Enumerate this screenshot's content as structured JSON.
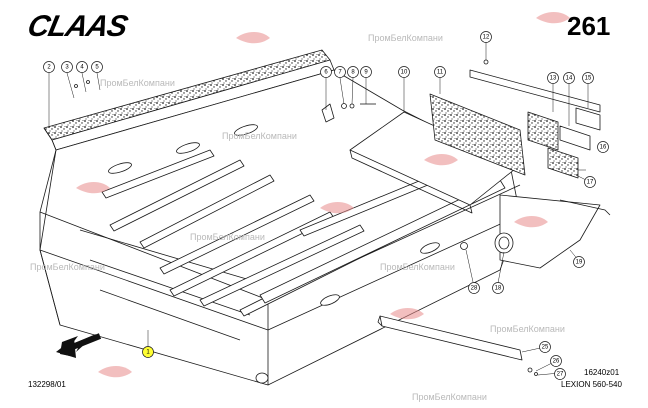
{
  "header": {
    "brand": "CLAAS",
    "page_number": "261"
  },
  "watermark": "ПромБелКомпани",
  "codes": {
    "drawing_id": "132298/01",
    "revision": "16240z01",
    "model": "LEXION 560-540"
  },
  "callouts": [
    {
      "id": "c1",
      "label": "1"
    },
    {
      "id": "c2",
      "label": "2"
    },
    {
      "id": "c3",
      "label": "3"
    },
    {
      "id": "c4",
      "label": "4"
    },
    {
      "id": "c5",
      "label": "5"
    },
    {
      "id": "c6",
      "label": "6"
    },
    {
      "id": "c7",
      "label": "7"
    },
    {
      "id": "c8",
      "label": "8"
    },
    {
      "id": "c9",
      "label": "9"
    },
    {
      "id": "c10",
      "label": "10"
    },
    {
      "id": "c11",
      "label": "11"
    },
    {
      "id": "c12",
      "label": "12"
    },
    {
      "id": "c13",
      "label": "13"
    },
    {
      "id": "c14",
      "label": "14"
    },
    {
      "id": "c15",
      "label": "15"
    },
    {
      "id": "c16",
      "label": "16"
    },
    {
      "id": "c17",
      "label": "17"
    },
    {
      "id": "c18",
      "label": "18"
    },
    {
      "id": "c19",
      "label": "19"
    },
    {
      "id": "c25",
      "label": "25"
    },
    {
      "id": "c26",
      "label": "26"
    },
    {
      "id": "c27",
      "label": "27"
    },
    {
      "id": "c28",
      "label": "28"
    }
  ],
  "colors": {
    "line": "#1a1a1a",
    "highlight": "#ffff33",
    "watermark": "#b9b9b9",
    "stamp": "#e88a8a"
  },
  "icons": {
    "direction_arrow": "arrow-down-left-icon",
    "stamp": "watermark-stamp-icon"
  }
}
